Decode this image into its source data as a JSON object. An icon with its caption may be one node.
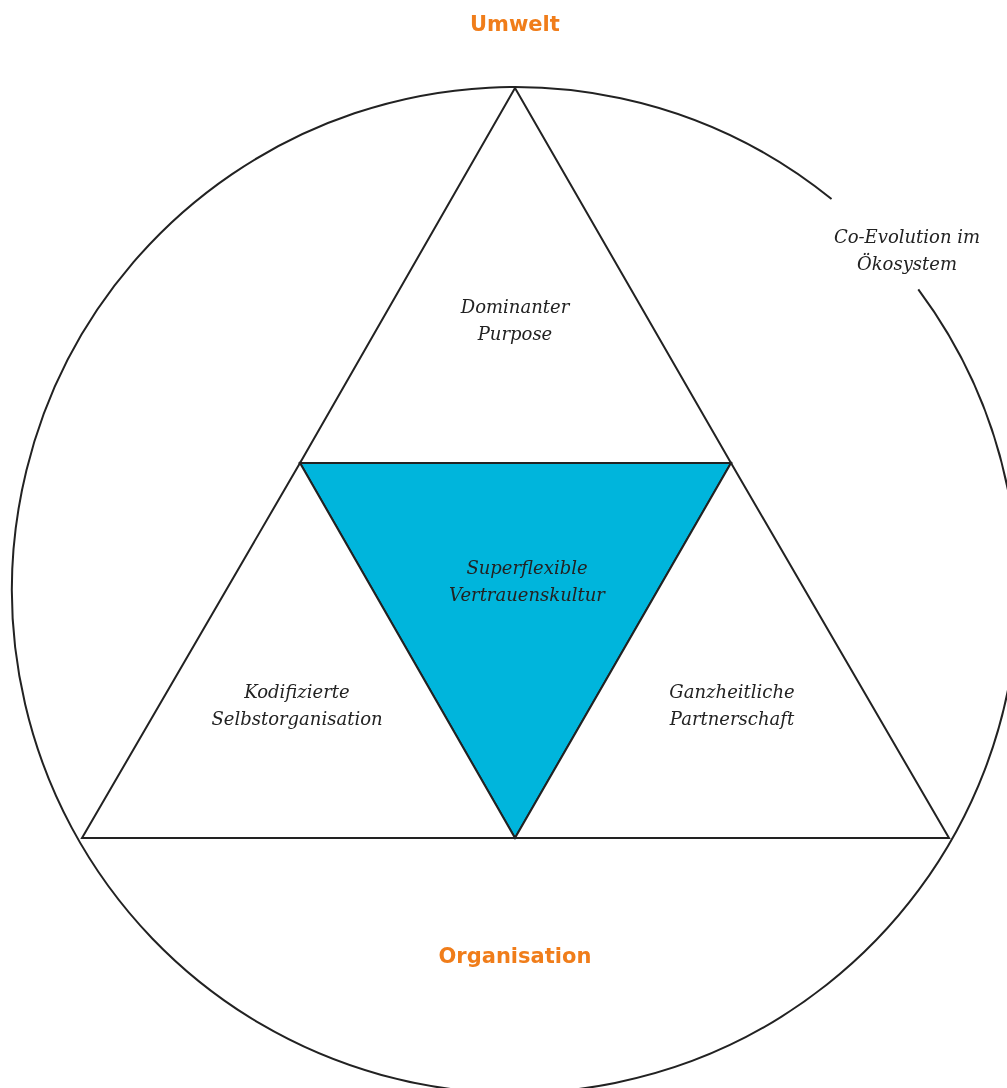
{
  "diagram": {
    "nodes": [
      {
        "text": [
          "Co-Evolution im Ökosystem"
        ]
      },
      {
        "text": [
          "Dominanter Purpose"
        ],
        "in": 0
      },
      {
        "text": [
          "Superflexible Vertrauenskultur"
        ],
        "in": 0
      },
      {
        "text": [
          "Kodifizierte Selbstorganisation"
        ],
        "in": 0
      },
      {
        "text": [
          "Ganzheitliche Partnerschaft"
        ],
        "in": 0
      }
    ],
    "labels": [
      "Umwelt",
      "Organisation"
    ]
  }
}
